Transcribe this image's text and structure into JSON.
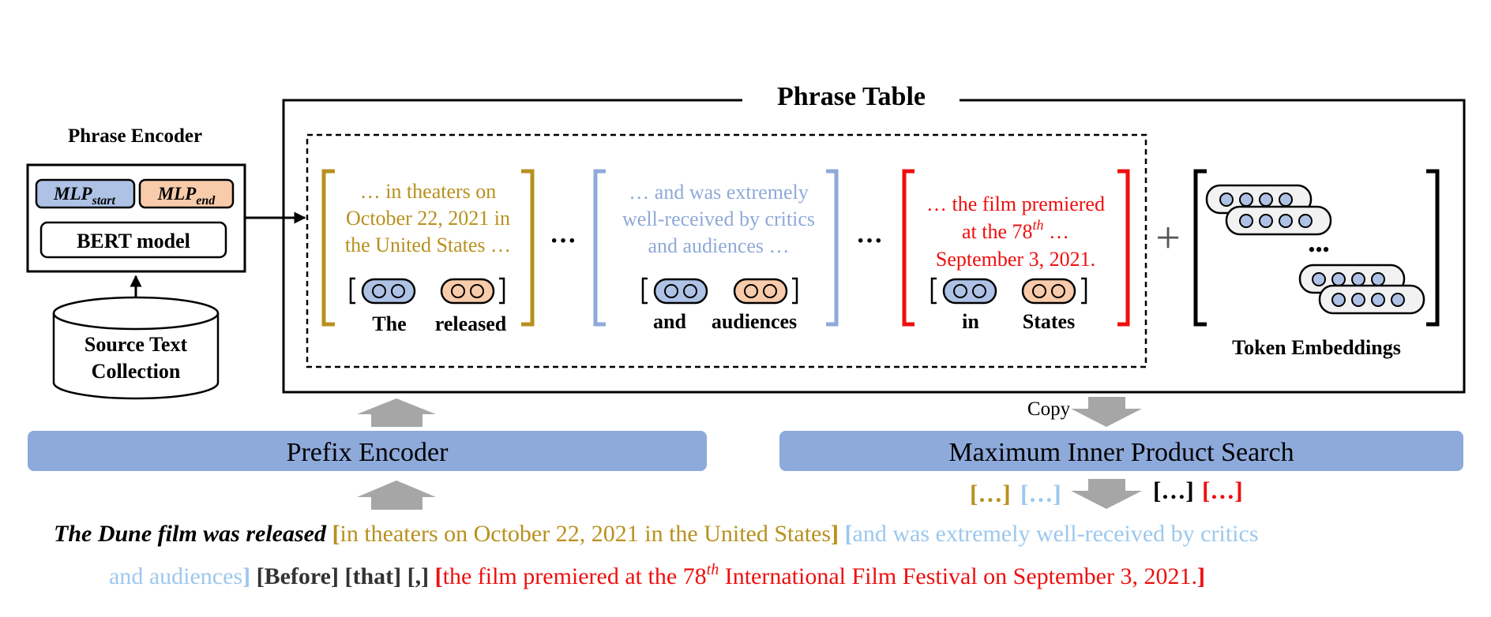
{
  "colors": {
    "gold": "#b8901e",
    "light_blue": "#8fa9d9",
    "red": "#ee0f0f",
    "sky": "#9cc8ee",
    "blue_fill": "#aec2e6",
    "orange_fill": "#f8cbaa",
    "bar_fill": "#8eaadb",
    "arrow_gray": "#a6a6a6"
  },
  "phrase_encoder": {
    "title": "Phrase Encoder",
    "mlp_start": "MLP",
    "mlp_start_sub": "start",
    "mlp_end": "MLP",
    "mlp_end_sub": "end",
    "bert": "BERT model"
  },
  "source": {
    "line1": "Source Text",
    "line2": "Collection"
  },
  "phrase_table": {
    "title": "Phrase Table",
    "plus": "+",
    "ellipsis": "···",
    "phrases": [
      {
        "lines": [
          "… in theaters on",
          "October 22, 2021 in",
          "the United States …"
        ],
        "start_token": "The",
        "end_token": "released"
      },
      {
        "lines": [
          "… and was extremely",
          "well-received by critics",
          "and audiences …"
        ],
        "start_token": "and",
        "end_token": "audiences"
      },
      {
        "line1": "… the film premiered",
        "line2": "at the 78",
        "line2_sup": "th",
        "line2_tail": " …",
        "line3": "September 3, 2021.",
        "start_token": "in",
        "end_token": "States"
      }
    ],
    "token_embeddings": {
      "label": "Token Embeddings",
      "dots": "•••"
    }
  },
  "copy_label": "Copy",
  "prefix_encoder": "Prefix Encoder",
  "mips": "Maximum Inner Product Search",
  "outputs": {
    "gold": "[…]",
    "sky": "[…]",
    "black": "[…]",
    "red": "[…]"
  },
  "sentence": {
    "prefix": "The Dune film was released ",
    "s1_open": "[",
    "s1_text": "in theaters on October 22, 2021 in the United States",
    "s1_close": "]",
    "s2_open": " [",
    "s2_text_a": "and was extremely well-received by critics",
    "s2_text_b": "and audiences",
    "s2_close": "]",
    "t1": " [Before]",
    "t2": " [that]",
    "t3": " [,]",
    "s3_open": " [",
    "s3_text": "the film premiered at the 78",
    "s3_sup": "th",
    "s3_tail": " International Film Festival on September 3, 2021.",
    "s3_close": "]"
  }
}
